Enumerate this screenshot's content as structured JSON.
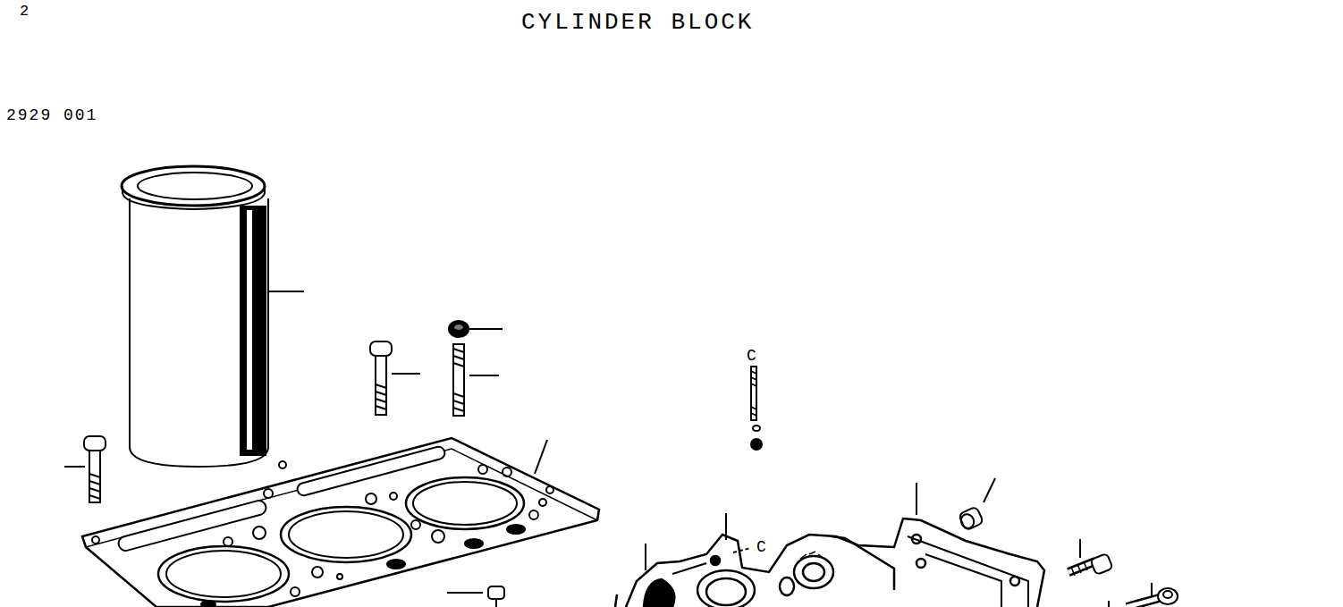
{
  "diagram": {
    "title": "CYLINDER BLOCK",
    "labels": [
      "2",
      "2929 001",
      "C",
      "C"
    ]
  }
}
